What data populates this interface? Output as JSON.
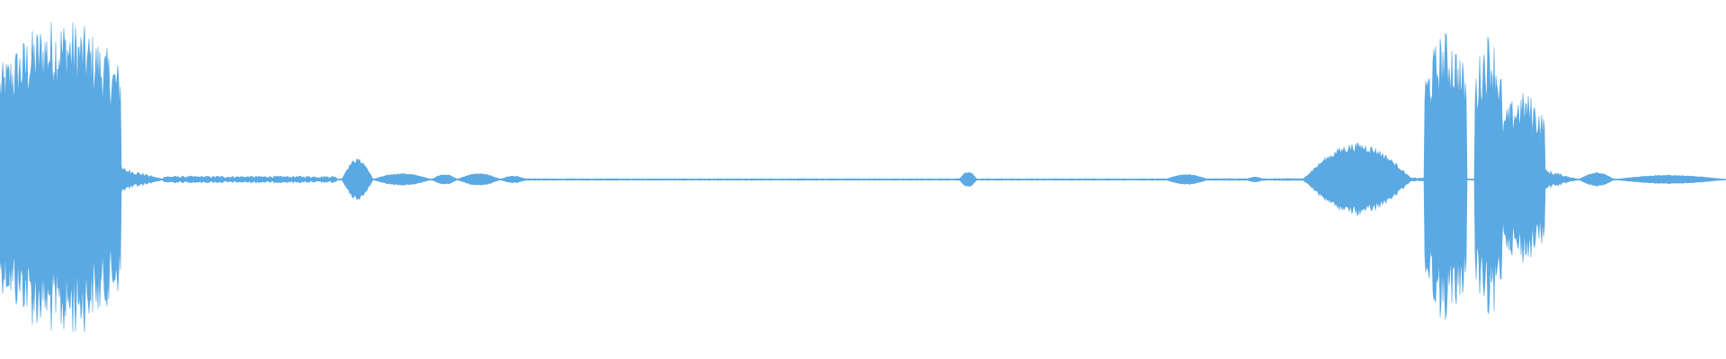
{
  "waveform": {
    "color": "#5BA9E2",
    "background": "#FFFFFF",
    "segments": [
      {
        "kind": "burst",
        "start": 0.0,
        "end": 0.07,
        "peak": 0.93
      },
      {
        "kind": "tail",
        "start": 0.065,
        "end": 0.095,
        "peak": 0.09
      },
      {
        "kind": "low",
        "start": 0.095,
        "end": 0.195,
        "peak": 0.02
      },
      {
        "kind": "blip",
        "start": 0.198,
        "end": 0.216,
        "peak": 0.12
      },
      {
        "kind": "blip",
        "start": 0.216,
        "end": 0.25,
        "peak": 0.035
      },
      {
        "kind": "blip",
        "start": 0.25,
        "end": 0.265,
        "peak": 0.03
      },
      {
        "kind": "blip",
        "start": 0.265,
        "end": 0.29,
        "peak": 0.035
      },
      {
        "kind": "blip",
        "start": 0.29,
        "end": 0.305,
        "peak": 0.02
      },
      {
        "kind": "flat",
        "start": 0.305,
        "end": 0.556,
        "peak": 0.005
      },
      {
        "kind": "blip",
        "start": 0.556,
        "end": 0.566,
        "peak": 0.045
      },
      {
        "kind": "flat",
        "start": 0.566,
        "end": 0.675,
        "peak": 0.005
      },
      {
        "kind": "blip",
        "start": 0.675,
        "end": 0.7,
        "peak": 0.03
      },
      {
        "kind": "flat",
        "start": 0.7,
        "end": 0.722,
        "peak": 0.006
      },
      {
        "kind": "blip",
        "start": 0.722,
        "end": 0.732,
        "peak": 0.015
      },
      {
        "kind": "flat",
        "start": 0.732,
        "end": 0.755,
        "peak": 0.006
      },
      {
        "kind": "swell",
        "start": 0.755,
        "end": 0.818,
        "peak": 0.21
      },
      {
        "kind": "flat",
        "start": 0.818,
        "end": 0.826,
        "peak": 0.01
      },
      {
        "kind": "burst",
        "start": 0.826,
        "end": 0.85,
        "peak": 0.85
      },
      {
        "kind": "burst",
        "start": 0.855,
        "end": 0.87,
        "peak": 0.85
      },
      {
        "kind": "burst",
        "start": 0.87,
        "end": 0.895,
        "peak": 0.5
      },
      {
        "kind": "tail",
        "start": 0.895,
        "end": 0.915,
        "peak": 0.06
      },
      {
        "kind": "blip",
        "start": 0.915,
        "end": 0.935,
        "peak": 0.04
      },
      {
        "kind": "blip",
        "start": 0.935,
        "end": 1.0,
        "peak": 0.025
      }
    ]
  }
}
